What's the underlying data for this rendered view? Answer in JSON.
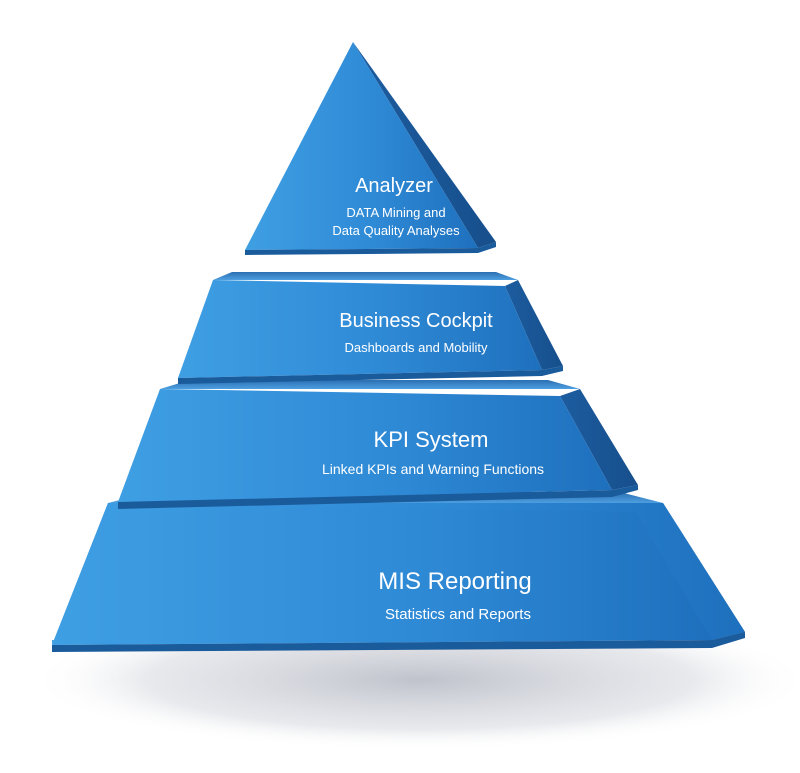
{
  "colors": {
    "front_light": "#3c9ce0",
    "front_dark": "#1b6db8",
    "side": "#1f5fa3",
    "top": "#5aa7e3",
    "shadow": "#c9ccd3"
  },
  "tiers": [
    {
      "title": "Analyzer",
      "subtitle_lines": [
        "DATA Mining and",
        "Data Quality Analyses"
      ]
    },
    {
      "title": "Business Cockpit",
      "subtitle_lines": [
        "Dashboards and Mobility"
      ]
    },
    {
      "title": "KPI System",
      "subtitle_lines": [
        "Linked KPIs and Warning Functions"
      ]
    },
    {
      "title": "MIS Reporting",
      "subtitle_lines": [
        "Statistics and Reports"
      ]
    }
  ]
}
